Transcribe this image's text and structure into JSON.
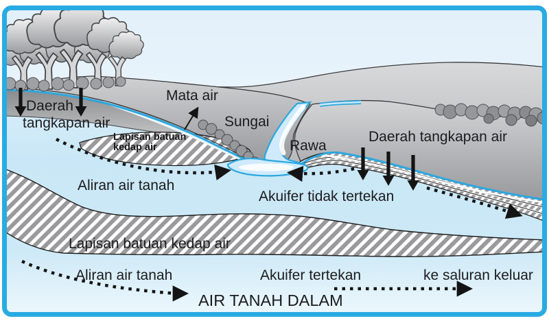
{
  "figure": {
    "title": "Skema air tanah (groundwater cross-section diagram)",
    "labels": {
      "catchment_left_line1": "Daerah",
      "catchment_left_line2": "tangkapan air",
      "spring": "Mata air",
      "river": "Sungai",
      "swamp": "Rawa",
      "catchment_right": "Daerah tangkapan air",
      "lens_line1": "Lapisan batuan",
      "lens_line2": "kedap air",
      "groundwater_flow_upper": "Aliran air tanah",
      "unconfined_aquifer": "Akuifer tidak tertekan",
      "impermeable_layer": "Lapisan batuan kedap air",
      "groundwater_flow_lower": "Aliran air tanah",
      "confined_aquifer": "Akuifer tertekan",
      "to_outlet": "ke saluran keluar",
      "deep_groundwater": "AIR TANAH DALAM"
    },
    "colors": {
      "border": "#29abe2",
      "water_line": "#2da7e0",
      "river_fill": "#cfeafc",
      "aquifer_light": "#d9eefa",
      "aquifer_deep": "#c8e6f6",
      "hill_grey": "#a9aaad",
      "hatch_stripe": "#9a9a9d",
      "arrow": "#141414",
      "text": "#1b1b1d"
    }
  }
}
